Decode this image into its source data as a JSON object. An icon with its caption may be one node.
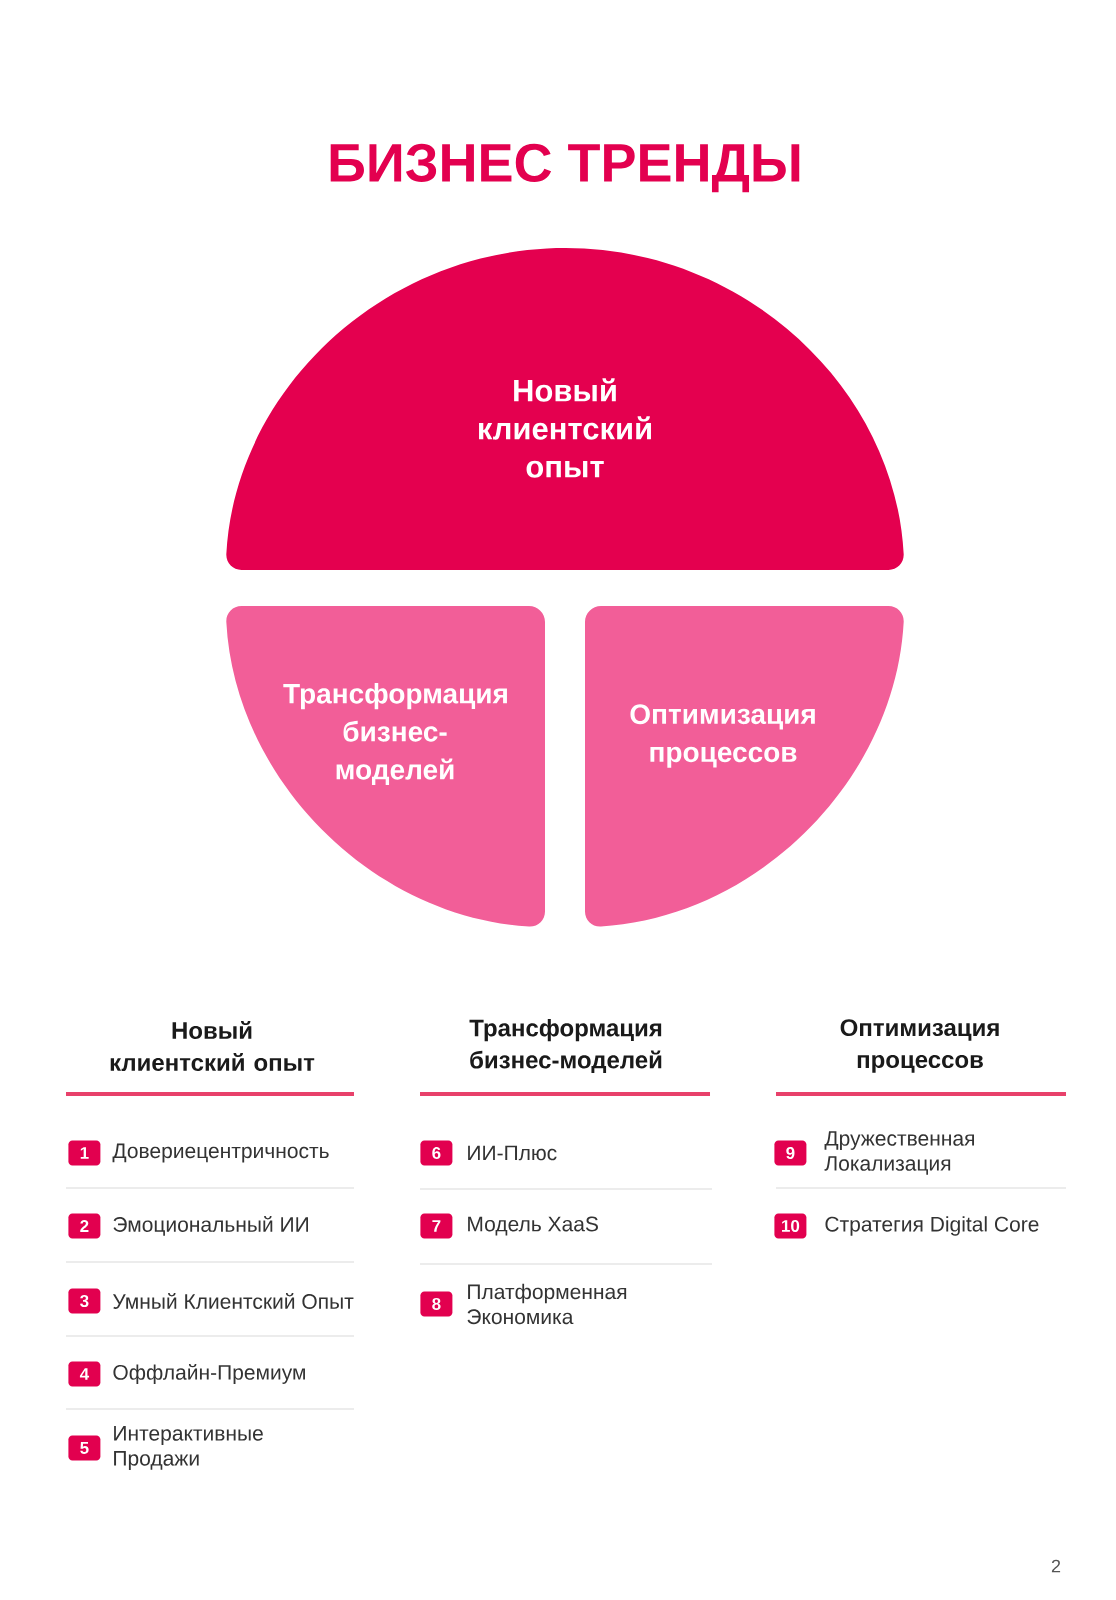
{
  "diagram": {
    "title": "БИЗНЕС ТРЕНДЫ",
    "nodes": [
      {
        "text": [
          "Новый клиентский опыт"
        ]
      },
      {
        "text": [
          "Трансформация бизнес-моделей"
        ]
      },
      {
        "text": [
          "Оптимизация процессов"
        ]
      },
      {
        "text": [
          "1"
        ],
        "beside": [
          "Довериецентричность"
        ]
      },
      {
        "text": [
          "2"
        ],
        "beside": [
          "Эмоциональный ИИ"
        ]
      },
      {
        "text": [
          "3"
        ],
        "beside": [
          "Умный Клиентский Опыт"
        ]
      },
      {
        "text": [
          "4"
        ],
        "beside": [
          "Оффлайн-Премиум"
        ]
      },
      {
        "text": [
          "5"
        ],
        "beside": [
          "Интерактивные Продажи"
        ]
      },
      {
        "text": [
          "6"
        ],
        "beside": [
          "ИИ-Плюс"
        ]
      },
      {
        "text": [
          "7"
        ],
        "beside": [
          "Модель XaaS"
        ]
      },
      {
        "text": [
          "8"
        ],
        "beside": [
          "Платформенная Экономика"
        ]
      },
      {
        "text": [
          "9"
        ],
        "beside": [
          "Дружественная Локализация"
        ]
      },
      {
        "text": [
          "10"
        ],
        "beside": [
          "Стратегия Digital Core"
        ]
      }
    ],
    "labels": [
      "Новый клиентский опыт",
      "Трансформация бизнес-моделей",
      "Оптимизация процессов",
      "2"
    ]
  }
}
